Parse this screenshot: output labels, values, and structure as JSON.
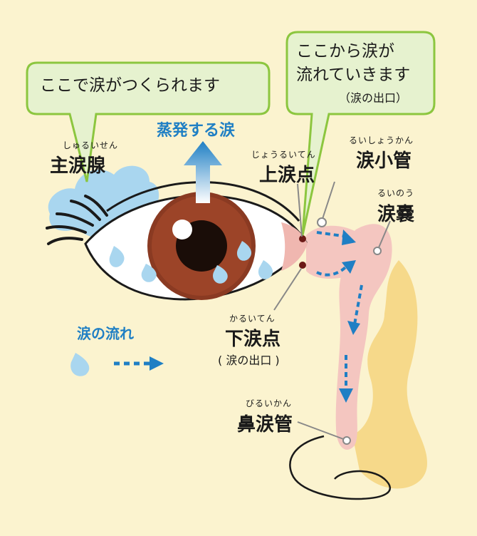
{
  "bubble_left": {
    "text": "ここで涙がつくられます"
  },
  "bubble_right": {
    "line1": "ここから涙が",
    "line2": "流れていきます",
    "line3": "（涙の出口）"
  },
  "evaporation": {
    "label": "蒸発する涙"
  },
  "main_gland": {
    "ruby": "しゅるいせん",
    "name": "主涙腺"
  },
  "upper_punctum": {
    "ruby": "じょうるいてん",
    "name": "上涙点"
  },
  "canaliculus": {
    "ruby": "るいしょうかん",
    "name": "涙小管"
  },
  "lacrimal_sac": {
    "ruby": "るいのう",
    "name": "涙嚢"
  },
  "lower_punctum": {
    "ruby": "かるいてん",
    "name": "下涙点",
    "note": "( 涙の出口 )"
  },
  "nasolacrimal_duct": {
    "ruby": "びるいかん",
    "name": "鼻涙管"
  },
  "legend": {
    "title": "涙の流れ"
  },
  "colors": {
    "background": "#fbf3cf",
    "bubble_fill": "#e6f2cf",
    "bubble_border": "#8cc63f",
    "arrow_blue": "#1f7fc4",
    "tear": "#a9d6ef",
    "duct_pink": "#f4c6c0",
    "bone_yellow": "#f6d98a",
    "iris": "#8a3a22"
  }
}
